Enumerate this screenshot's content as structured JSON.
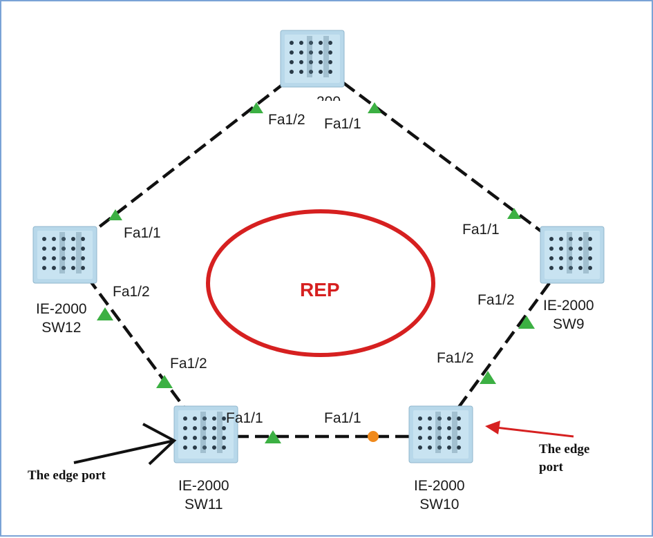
{
  "ring_label": "REP",
  "devices": [
    {
      "id": "top",
      "model": "",
      "name": ""
    },
    {
      "id": "sw12",
      "model": "IE-2000",
      "name": "SW12"
    },
    {
      "id": "sw9",
      "model": "IE-2000",
      "name": "SW9"
    },
    {
      "id": "sw11",
      "model": "IE-2000",
      "name": "SW11"
    },
    {
      "id": "sw10",
      "model": "IE-2000",
      "name": "SW10"
    }
  ],
  "top_partial_label": "200",
  "ports": {
    "top_left": "Fa1/2",
    "top_right": "Fa1/1",
    "sw12_up": "Fa1/1",
    "sw12_down": "Fa1/2",
    "sw11_up": "Fa1/2",
    "sw11_right": "Fa1/1",
    "sw10_left": "Fa1/1",
    "sw10_up": "Fa1/2",
    "sw9_up": "Fa1/1",
    "sw9_down": "Fa1/2"
  },
  "annotations": {
    "left_edge_port": "The edge port",
    "right_edge_port_line1": "The edge",
    "right_edge_port_line2": "port"
  },
  "colors": {
    "link": "#111111",
    "port_forwarding": "#3cb043",
    "port_blocked": "#f08a1c",
    "ring": "#d62020",
    "arrow_left": "#111111",
    "arrow_right": "#d62020",
    "switch_body": "#b8d8ea"
  }
}
